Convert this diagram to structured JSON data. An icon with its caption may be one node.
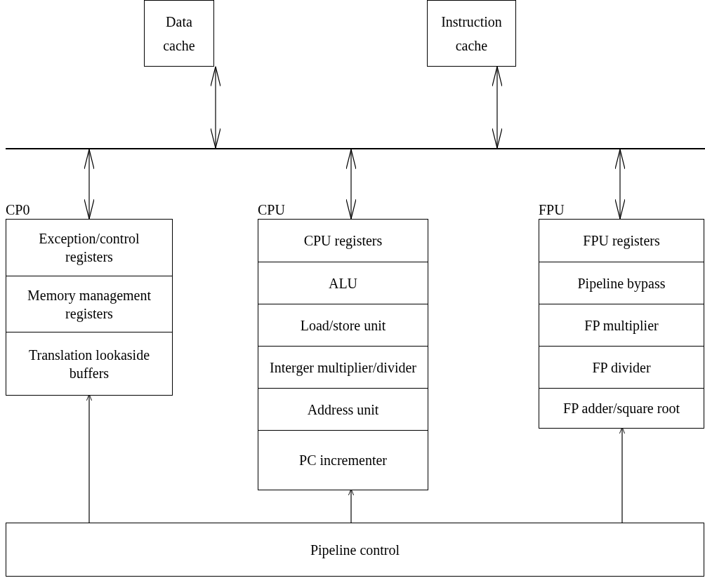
{
  "diagram": {
    "nodes": [
      {
        "text": [
          "Data cache"
        ]
      },
      {
        "text": [
          "Instruction cache"
        ]
      },
      {
        "text": [],
        "shape": "bar"
      },
      {
        "text": [
          "CP0"
        ]
      },
      {
        "text": [
          "Exception/control registers"
        ],
        "in": 3
      },
      {
        "text": [
          "Memory management registers"
        ],
        "in": 3
      },
      {
        "text": [
          "Translation lookaside buffers"
        ],
        "in": 3
      },
      {
        "text": [
          "CPU"
        ]
      },
      {
        "text": [
          "CPU registers"
        ],
        "in": 7
      },
      {
        "text": [
          "ALU"
        ],
        "in": 7
      },
      {
        "text": [
          "Load/store unit"
        ],
        "in": 7
      },
      {
        "text": [
          "Interger multiplier/divider"
        ],
        "in": 7
      },
      {
        "text": [
          "Address unit"
        ],
        "in": 7
      },
      {
        "text": [
          "PC incrementer"
        ],
        "in": 7
      },
      {
        "text": [
          "FPU"
        ]
      },
      {
        "text": [
          "FPU registers"
        ],
        "in": 14
      },
      {
        "text": [
          "Pipeline bypass"
        ],
        "in": 14
      },
      {
        "text": [
          "FP multiplier"
        ],
        "in": 14
      },
      {
        "text": [
          "FP divider"
        ],
        "in": 14
      },
      {
        "text": [
          "FP adder/square root"
        ],
        "in": 14
      },
      {
        "text": [
          "Pipeline control"
        ]
      }
    ],
    "edges": [
      {
        "from": 0,
        "to": 2,
        "arrow": "both"
      },
      {
        "from": 1,
        "to": 2,
        "arrow": "both"
      },
      {
        "from": 2,
        "to": 3,
        "arrow": "both"
      },
      {
        "from": 2,
        "to": 7,
        "arrow": "both"
      },
      {
        "from": 2,
        "to": 14,
        "arrow": "both"
      },
      {
        "from": 20,
        "to": 3,
        "arrow": "to"
      },
      {
        "from": 20,
        "to": 7,
        "arrow": "to"
      },
      {
        "from": 20,
        "to": 14,
        "arrow": "to"
      }
    ]
  }
}
